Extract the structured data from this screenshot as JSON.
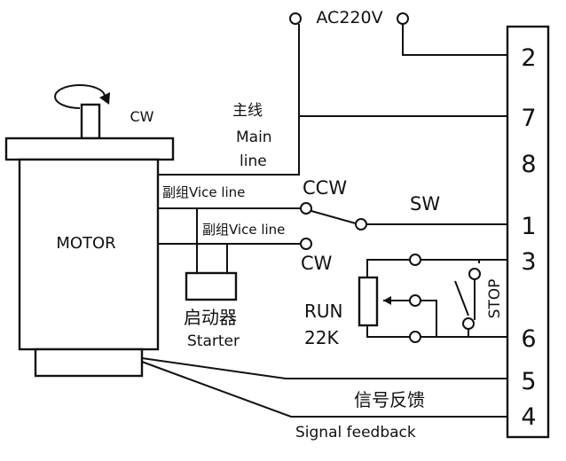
{
  "power": {
    "label": "AC220V"
  },
  "motor": {
    "label": "MOTOR",
    "rotation_label": "CW"
  },
  "main_line": {
    "label_zh": "主线",
    "label_en_1": "Main",
    "label_en_2": "line"
  },
  "vice_lines": [
    {
      "label": "副组Vice line"
    },
    {
      "label": "副组Vice line"
    }
  ],
  "switch": {
    "label": "SW",
    "ccw_label": "CCW",
    "cw_label": "CW"
  },
  "starter": {
    "label_zh": "启动器",
    "label_en": "Starter"
  },
  "speed_pot": {
    "label": "RUN",
    "value": "22K"
  },
  "stop_switch": {
    "label": "STOP"
  },
  "signal": {
    "label_zh": "信号反馈",
    "label_en": "Signal feedback"
  },
  "terminals": [
    "2",
    "7",
    "8",
    "1",
    "3",
    "6",
    "5",
    "4"
  ],
  "colors": {
    "line": "#111111",
    "background": "#ffffff"
  }
}
